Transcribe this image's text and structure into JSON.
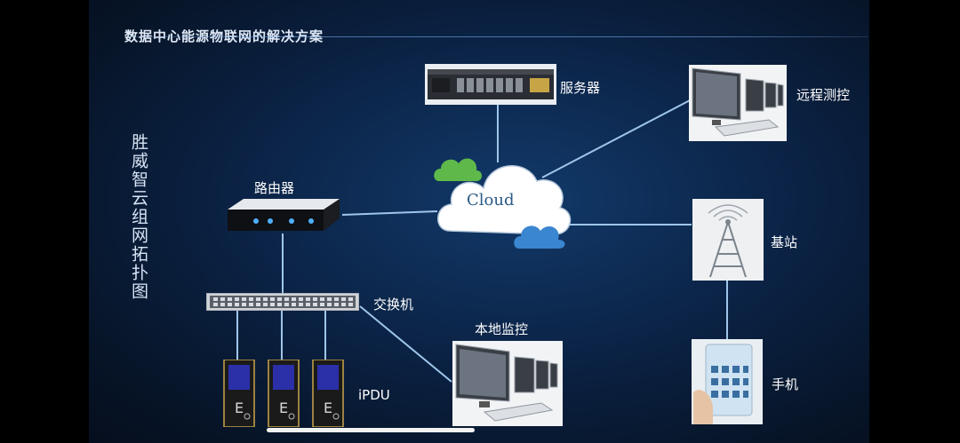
{
  "title": "数据中心能源物联网的解决方案",
  "side_title": "胜威智云组网拓扑图",
  "nodes": {
    "server": "服务器",
    "remote": "远程测控",
    "router": "路由器",
    "cloud": "Cloud",
    "base_station": "基站",
    "switch": "交换机",
    "local": "本地监控",
    "ipdu": "iPDU",
    "phone": "手机"
  },
  "colors": {
    "background": "#0b2346",
    "line": "#9fc6ea",
    "cloud_green": "#5fb94a",
    "cloud_blue": "#3a86d0"
  }
}
